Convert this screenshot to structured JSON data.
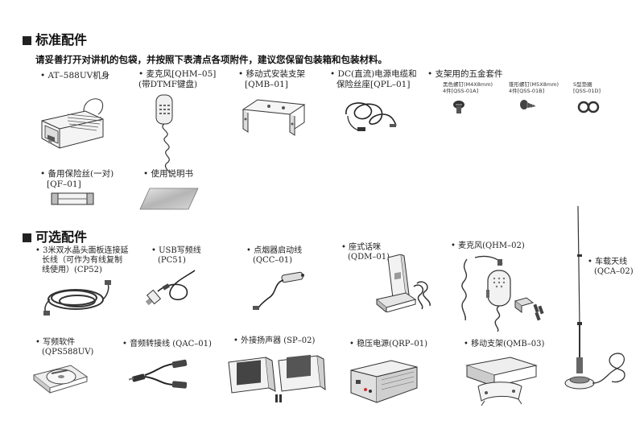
{
  "sections": {
    "standard_title": "标准配件",
    "notice": "请妥善打开对讲机的包袋，并按照下表清点各项附件，建议您保留包装箱和包装材料。",
    "optional_title": "可选配件"
  },
  "standard_items": [
    {
      "line1": "• AT–588UV机身",
      "line2": ""
    },
    {
      "line1": "• 麦克风[QHM–05]",
      "line2": "(带DTMF键盘)"
    },
    {
      "line1": "• 移动式安装支架",
      "line2": "[QMB–01]"
    },
    {
      "line1": "• DC(直流)电源电缆和",
      "line2": "保险丝座[QPL–01]"
    },
    {
      "line1": "• 支架用的五金套件",
      "line2": ""
    },
    {
      "line1": "• 备用保险丝(一对)",
      "line2": "[QF–01]"
    },
    {
      "line1": "• 使用说明书",
      "line2": ""
    }
  ],
  "hardware_parts": [
    {
      "name": "黑色螺钉(M4X8mm)",
      "code": "4件[QSS-01A]"
    },
    {
      "name": "锥形螺钉(M5X8mm)",
      "code": "4件[QSS-01B]"
    },
    {
      "name": "S型垫圈",
      "code": "[QSS-01D]"
    }
  ],
  "optional_items": [
    {
      "line1": "• 3米双水晶头面板连接延",
      "line2": "长线（可作为有线复制",
      "line3": "线使用）(CP52)"
    },
    {
      "line1": "• USB写频线",
      "line2": "(PC51)",
      "line3": ""
    },
    {
      "line1": "• 点烟器启动线",
      "line2": "(QCC–01)",
      "line3": ""
    },
    {
      "line1": "• 座式话咪",
      "line2": "(QDM–01)",
      "line3": ""
    },
    {
      "line1": "• 麦克风(QHM–02)",
      "line2": "",
      "line3": ""
    },
    {
      "line1": "• 车载天线",
      "line2": "(QCA–02)",
      "line3": ""
    },
    {
      "line1": "• 写频软件",
      "line2": "(QPS588UV)",
      "line3": ""
    },
    {
      "line1": "• 音频转接线 (QAC–01)",
      "line2": "",
      "line3": ""
    },
    {
      "line1": "• 外接扬声器 (SP–02)",
      "line2": "",
      "line3": ""
    },
    {
      "line1": "• 稳压电源(QRP–01)",
      "line2": "",
      "line3": ""
    },
    {
      "line1": "• 移动支架(QMB–03)",
      "line2": "",
      "line3": ""
    }
  ]
}
